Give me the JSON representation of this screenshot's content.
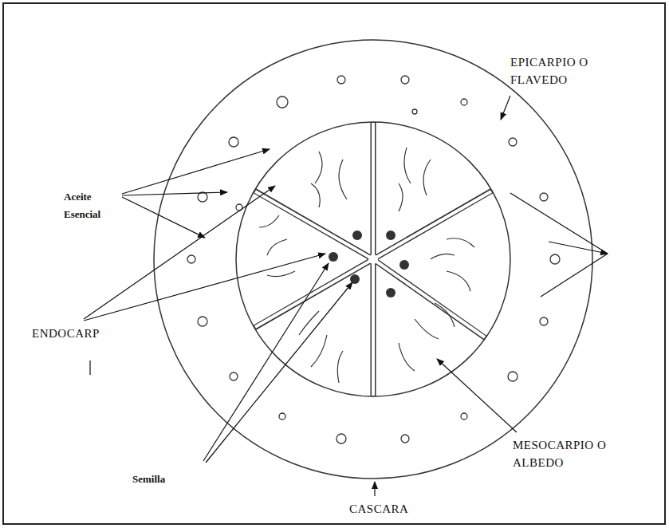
{
  "diagram": {
    "labels": [
      "EPICARPIO O FLAVEDO",
      "Aceite Esencial",
      "ENDOCARP",
      "Semilla",
      "MESOCARPIO O ALBEDO",
      "CASCARA"
    ]
  }
}
